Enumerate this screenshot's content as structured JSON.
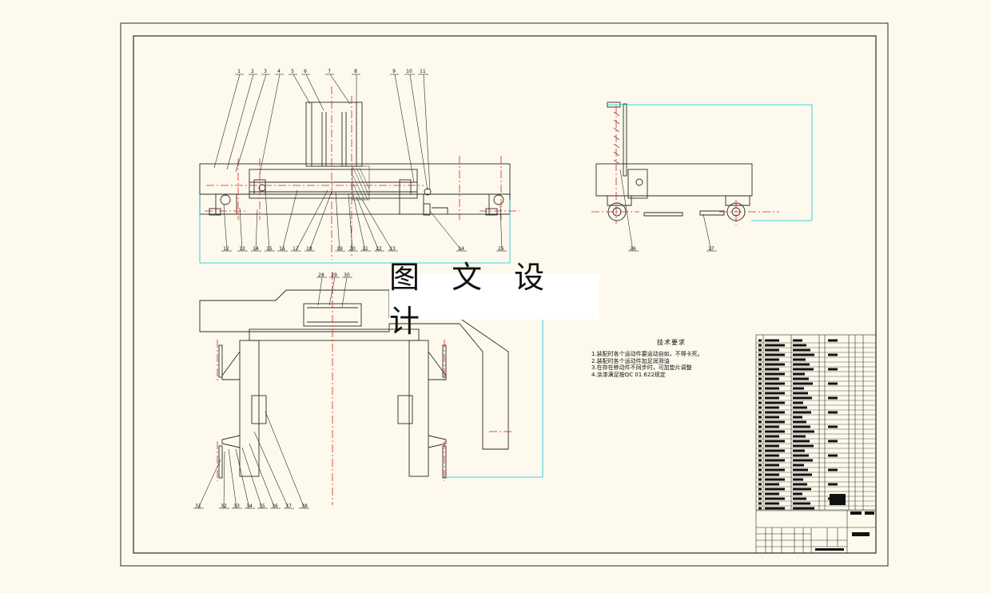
{
  "watermark": "图 文 设 计",
  "tech_notes": {
    "title": "技术要求",
    "items": [
      "1.装配时各个运动件要运动自如，不得卡死。",
      "2.装配时各个运动件加足润滑油",
      "3.在存在移动件不同步时，可加垫片调整",
      "4.涂漆满足按QC 01.622规定"
    ]
  },
  "callouts": {
    "top": [
      "1",
      "2",
      "3",
      "4",
      "5",
      "6",
      "7",
      "8",
      "9",
      "10",
      "11"
    ],
    "bottom": [
      "12",
      "13",
      "14",
      "15",
      "16",
      "17",
      "18",
      "19",
      "20",
      "21",
      "22",
      "23",
      "24",
      "25"
    ],
    "side": [
      "26",
      "27"
    ],
    "plan_top": [
      "28",
      "29",
      "30"
    ],
    "plan_bottom": [
      "31",
      "32",
      "33",
      "34",
      "35",
      "36",
      "37",
      "38"
    ]
  },
  "colors": {
    "paper": "#fdf9ec",
    "line": "#2a2a2a",
    "center": "#e02020",
    "dim": "#00c8e0"
  }
}
